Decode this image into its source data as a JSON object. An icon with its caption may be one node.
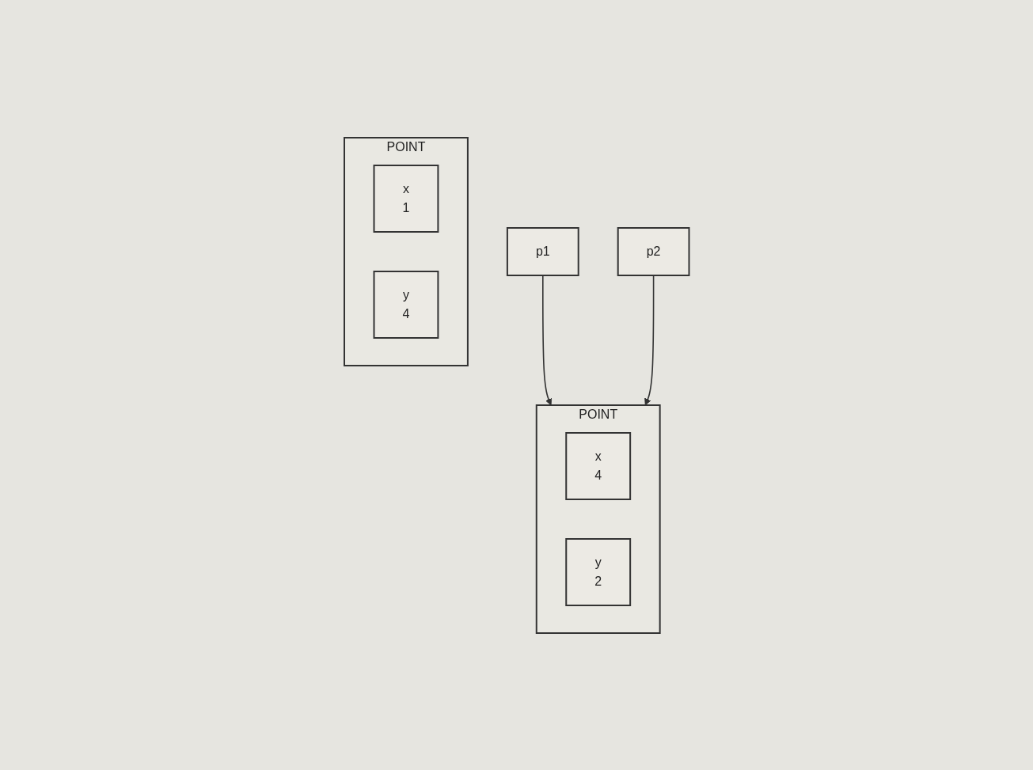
{
  "diagram": {
    "nodes": [
      {
        "text": [
          "p1"
        ]
      },
      {
        "text": [
          "p2"
        ]
      },
      {
        "text": [
          "POINT"
        ]
      },
      {
        "text": [
          "x",
          "1"
        ],
        "in": 2
      },
      {
        "text": [
          "y",
          "4"
        ],
        "in": 2
      },
      {
        "text": [
          "POINT"
        ]
      },
      {
        "text": [
          "x",
          "4"
        ],
        "in": 5
      },
      {
        "text": [
          "y",
          "2"
        ],
        "in": 5
      }
    ],
    "edges": [
      {
        "from": 0,
        "to": 5,
        "arrow": "to"
      },
      {
        "from": 1,
        "to": 5,
        "arrow": "to"
      }
    ]
  }
}
